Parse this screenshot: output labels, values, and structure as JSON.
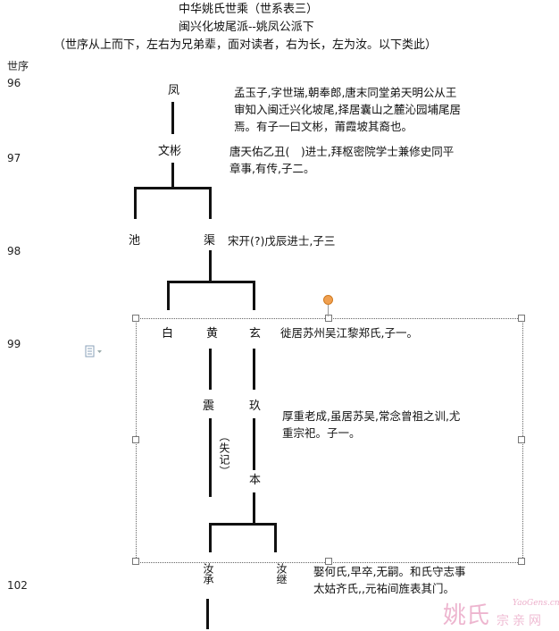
{
  "header": {
    "line1": "中华姚氏世乘（世系表三）",
    "line2": "闽兴化坡尾派--姚凤公派下",
    "line3": "（世序从上而下，左右为兄弟辈，面对读者，右为长，左为汝。以下类此）"
  },
  "gen_label": "世序",
  "generations": [
    "96",
    "97",
    "98",
    "99",
    "102"
  ],
  "persons": {
    "feng": "凤",
    "wenbin": "文彬",
    "chi": "池",
    "qu": "渠",
    "bai": "白",
    "huang": "黄",
    "xuan": "玄",
    "zhen": "震",
    "jiu": "玖",
    "shiji": "（失记）",
    "ben": "本",
    "rucheng": "汝承",
    "ruji": "汝继"
  },
  "notes": {
    "feng": [
      "孟玉子,字世瑞,朝奉郎,唐末同堂弟天明公从王",
      "审知入闽迁兴化坡尾,择居囊山之麓沁园埔尾居",
      "焉。有子一曰文彬，莆霞坡其裔也。"
    ],
    "wenbin": [
      "唐天佑乙丑(　)进士,拜枢密院学士兼修史同平",
      "章事,有传,子二。"
    ],
    "qu": [
      "宋开(?)戊辰进士,子三"
    ],
    "xuan": [
      "徙居苏州吴江黎郑氏,子一。"
    ],
    "jiu": [
      "厚重老成,虽居苏吴,常念曾祖之训,尤",
      "重宗祀。子一。"
    ],
    "ruji": [
      "娶何氏,早卒,无嗣。和氏守志事",
      "太姑齐氏,,元祐间旌表其门。"
    ]
  },
  "watermark": {
    "brand": "姚氏",
    "site": "YaoGens.cn",
    "suffix": "宗亲网"
  },
  "colors": {
    "line": "#111111",
    "handle_orange": "#f0a050",
    "watermark_pink": "#e07aa8"
  }
}
